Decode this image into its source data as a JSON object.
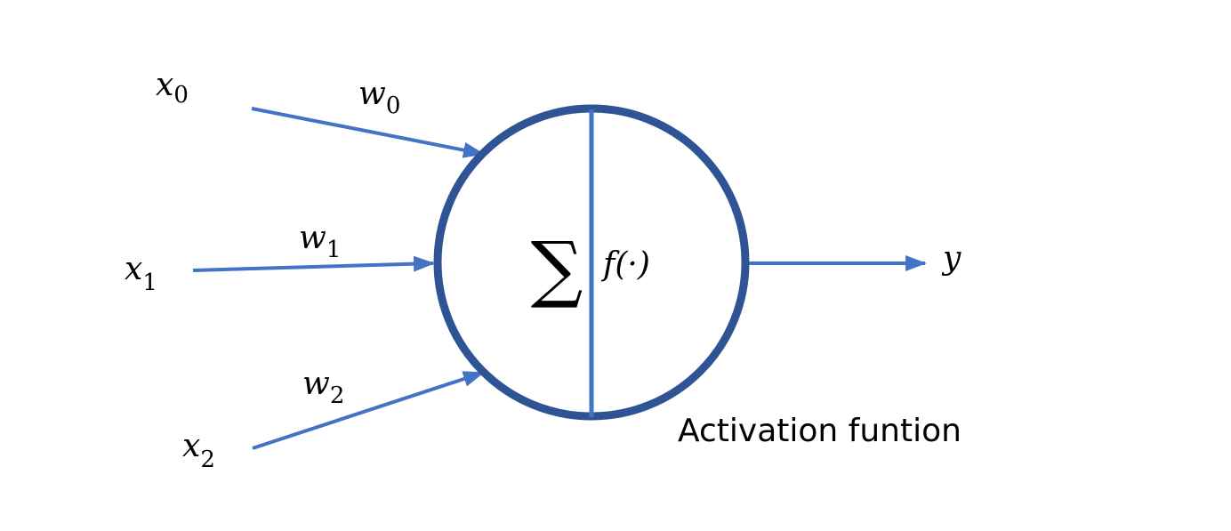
{
  "colors": {
    "arrow": "#4472c4",
    "neuron_outline": "#2f5496",
    "text": "#000000",
    "background": "#ffffff"
  },
  "inputs": [
    {
      "name": "x",
      "index": "0"
    },
    {
      "name": "x",
      "index": "1"
    },
    {
      "name": "x",
      "index": "2"
    }
  ],
  "weights": [
    {
      "name": "w",
      "index": "0"
    },
    {
      "name": "w",
      "index": "1"
    },
    {
      "name": "w",
      "index": "2"
    }
  ],
  "neuron": {
    "sum_symbol": "∑",
    "activation_symbol": "𝑓(·)"
  },
  "output": {
    "label": "y"
  },
  "caption": "Activation funtion"
}
